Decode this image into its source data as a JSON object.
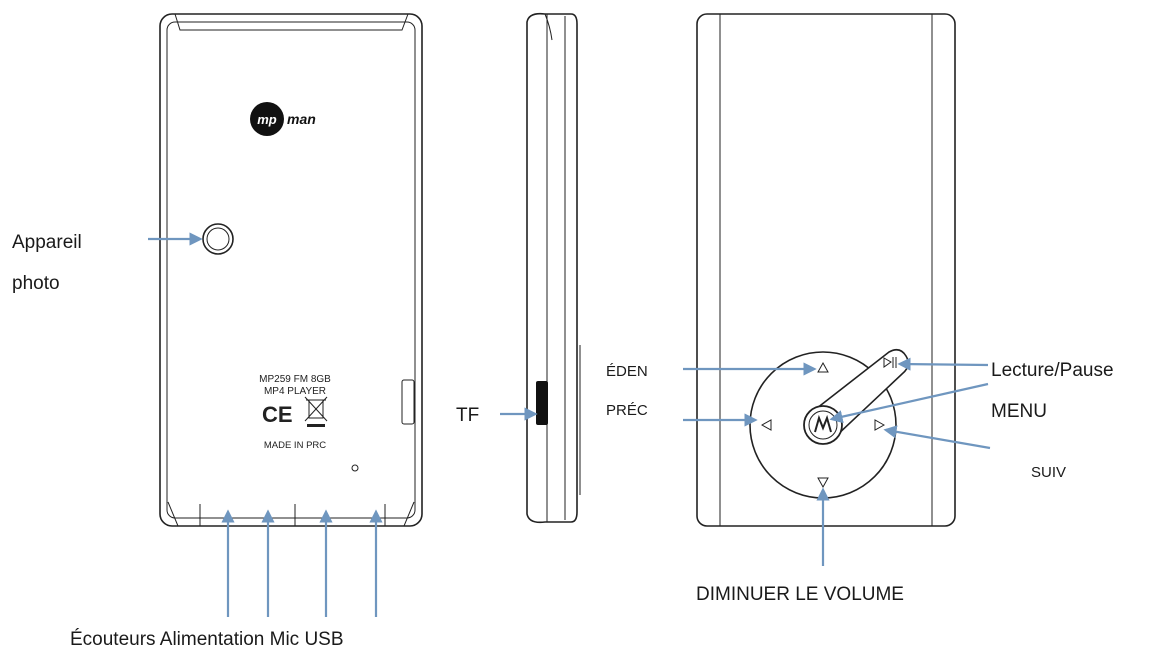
{
  "brand": {
    "logo_text_left": "mp",
    "logo_text_right": "man"
  },
  "back_panel": {
    "model_line1": "MP259 FM 8GB",
    "model_line2": "MP4 PLAYER",
    "ce_mark": "CE",
    "made_in": "MADE IN PRC"
  },
  "labels": {
    "camera_line1": "Appareil",
    "camera_line2": "photo",
    "bottom_ports": "Écouteurs Alimentation Mic USB",
    "tf": "TF",
    "up": "ÉDEN",
    "prev": "PRÉC",
    "play_pause": "Lecture/Pause",
    "menu": "MENU",
    "next": "SUIV",
    "volume_down": "DIMINUER LE VOLUME"
  },
  "colors": {
    "arrow": "#6f96bf",
    "outline": "#222222"
  }
}
